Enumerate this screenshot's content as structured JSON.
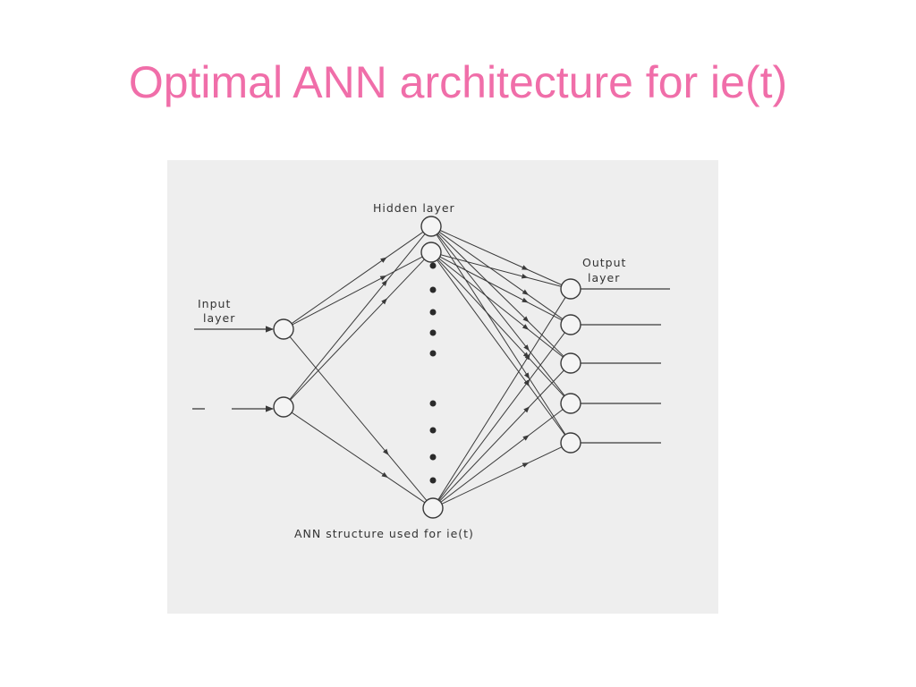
{
  "slide": {
    "title": "Optimal ANN architecture for ie(t)",
    "title_color": "#f06ea9"
  },
  "diagram": {
    "background": "#eeeeee",
    "ink": "#3a3a3a",
    "labels": {
      "hidden_layer": "Hidden layer",
      "input_layer_line1": "Input",
      "input_layer_line2": "layer",
      "output_layer_line1": "Output",
      "output_layer_line2": "layer",
      "caption": "ANN structure used for ie(t)"
    }
  }
}
